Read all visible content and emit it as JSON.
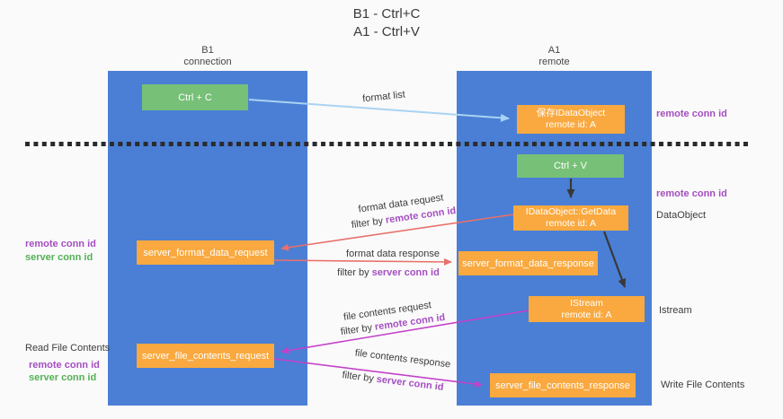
{
  "title": {
    "line1": "B1 - Ctrl+C",
    "line2": "A1 - Ctrl+V"
  },
  "columns": {
    "left": {
      "name": "B1",
      "role": "connection"
    },
    "right": {
      "name": "A1",
      "role": "remote"
    }
  },
  "nodes": {
    "ctrl_c": {
      "label": "Ctrl + C"
    },
    "ctrl_v": {
      "label": "Ctrl + V"
    },
    "save_dataobject": {
      "line1": "保存IDataObject",
      "line2": "remote id: A"
    },
    "getdata": {
      "line1": "IDataObject::GetData",
      "line2": "remote id: A"
    },
    "istream": {
      "line1": "IStream",
      "line2": "remote id: A"
    },
    "format_request": {
      "label": "server_format_data_request"
    },
    "format_response": {
      "label": "server_format_data_response"
    },
    "file_request": {
      "label": "server_file_contents_request"
    },
    "file_response": {
      "label": "server_file_contents_response"
    }
  },
  "edge_labels": {
    "format_list": "format list",
    "format_data_request": "format data request",
    "format_data_response": "format data response",
    "file_contents_request": "file contents request",
    "file_contents_response": "file contents response",
    "filter_by": "filter by",
    "remote_conn_id": "remote conn id",
    "server_conn_id": "server conn id"
  },
  "side_labels": {
    "left_remote_conn_id": "remote conn id",
    "left_server_conn_id": "server conn id",
    "read_file_contents": "Read File Contents",
    "left_remote_conn_id_bottom": "remote conn id",
    "left_server_conn_id_bottom": "server conn id",
    "right_remote_conn_id_top": "remote conn id",
    "right_remote_conn_id_mid": "remote conn id",
    "dataobject": "DataObject",
    "istream": "Istream",
    "write_file_contents": "Write File Contents"
  },
  "colors": {
    "column_blue": "#4a7fd5",
    "node_orange": "#f9a93f",
    "node_green": "#77c077",
    "arrow_light_blue": "#a9d3f2",
    "arrow_red": "#e8716b",
    "arrow_magenta": "#c341c9",
    "arrow_black": "#383838",
    "dashed_line": "#2b2b2b",
    "label_purple": "#a44fc0",
    "label_green": "#53b156"
  }
}
